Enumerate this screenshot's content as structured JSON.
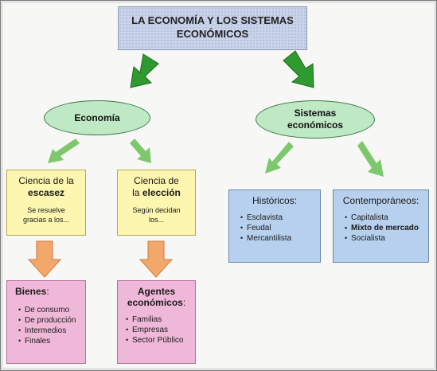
{
  "title": {
    "line1": "LA ECONOMÍA Y LOS SISTEMAS",
    "line2": "ECONÓMICOS"
  },
  "economia": {
    "label": "Economía"
  },
  "sistemas": {
    "line1": "Sistemas",
    "line2": "económicos"
  },
  "escasez": {
    "head1": "Ciencia de la",
    "head2": "escasez",
    "sub1": "Se resuelve",
    "sub2": "gracias a los..."
  },
  "eleccion": {
    "head1": "Ciencia de",
    "head2_pre": "la ",
    "head2": "elección",
    "sub1": "Según decidan",
    "sub2": "los..."
  },
  "historicos": {
    "head": "Históricos:",
    "items": [
      "Esclavista",
      "Feudal",
      "Mercantilista"
    ]
  },
  "contemporaneos": {
    "head": "Contemporáneos:",
    "items": [
      "Capitalista",
      "Mixto de mercado",
      "Socialista"
    ]
  },
  "bienes": {
    "head": "Bienes",
    "head_suffix": ":",
    "items": [
      "De consumo",
      "De producción",
      "Intermedios",
      "Finales"
    ]
  },
  "agentes": {
    "head1": "Agentes",
    "head2": "económicos",
    "head_suffix": ":",
    "items": [
      "Familias",
      "Empresas",
      "Sector Público"
    ]
  },
  "colors": {
    "arrow_green": "#2f9a2f",
    "arrow_light_green": "#7cc86b",
    "arrow_orange": "#f1a86a"
  }
}
